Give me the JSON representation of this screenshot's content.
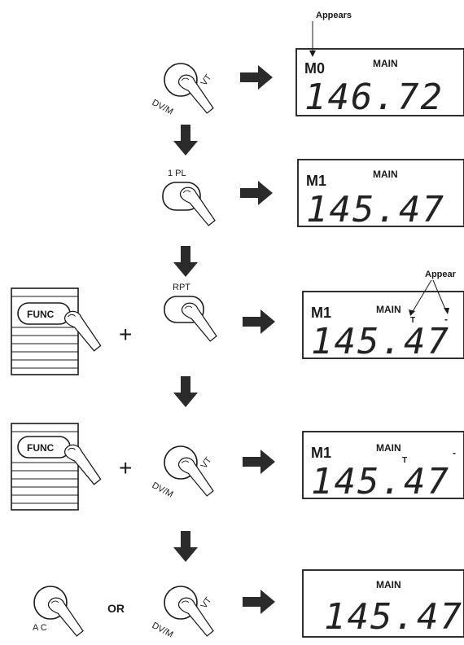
{
  "annotations": {
    "appears": "Appears",
    "appear": "Appear"
  },
  "keys": {
    "dvm": "DV/M",
    "vt": "VT",
    "pl": "1 PL",
    "rpt": "RPT",
    "func": "FUNC",
    "ac": "A C"
  },
  "connectors": {
    "or": "OR"
  },
  "displays": [
    {
      "channel": "M0",
      "band": "MAIN",
      "freq": "146.72",
      "tone": "",
      "offset": ""
    },
    {
      "channel": "M1",
      "band": "MAIN",
      "freq": "145.47",
      "tone": "",
      "offset": ""
    },
    {
      "channel": "M1",
      "band": "MAIN",
      "freq": "145.47",
      "tone": "T",
      "offset": "-"
    },
    {
      "channel": "M1",
      "band": "MAIN",
      "freq": "145.47",
      "tone": "T",
      "offset": "-"
    },
    {
      "channel": "",
      "band": "MAIN",
      "freq": "145.47",
      "tone": "",
      "offset": ""
    }
  ],
  "colors": {
    "ink": "#1a1a1a",
    "lcd_bg": "#ffffff",
    "arrow": "#2b2b2b"
  }
}
